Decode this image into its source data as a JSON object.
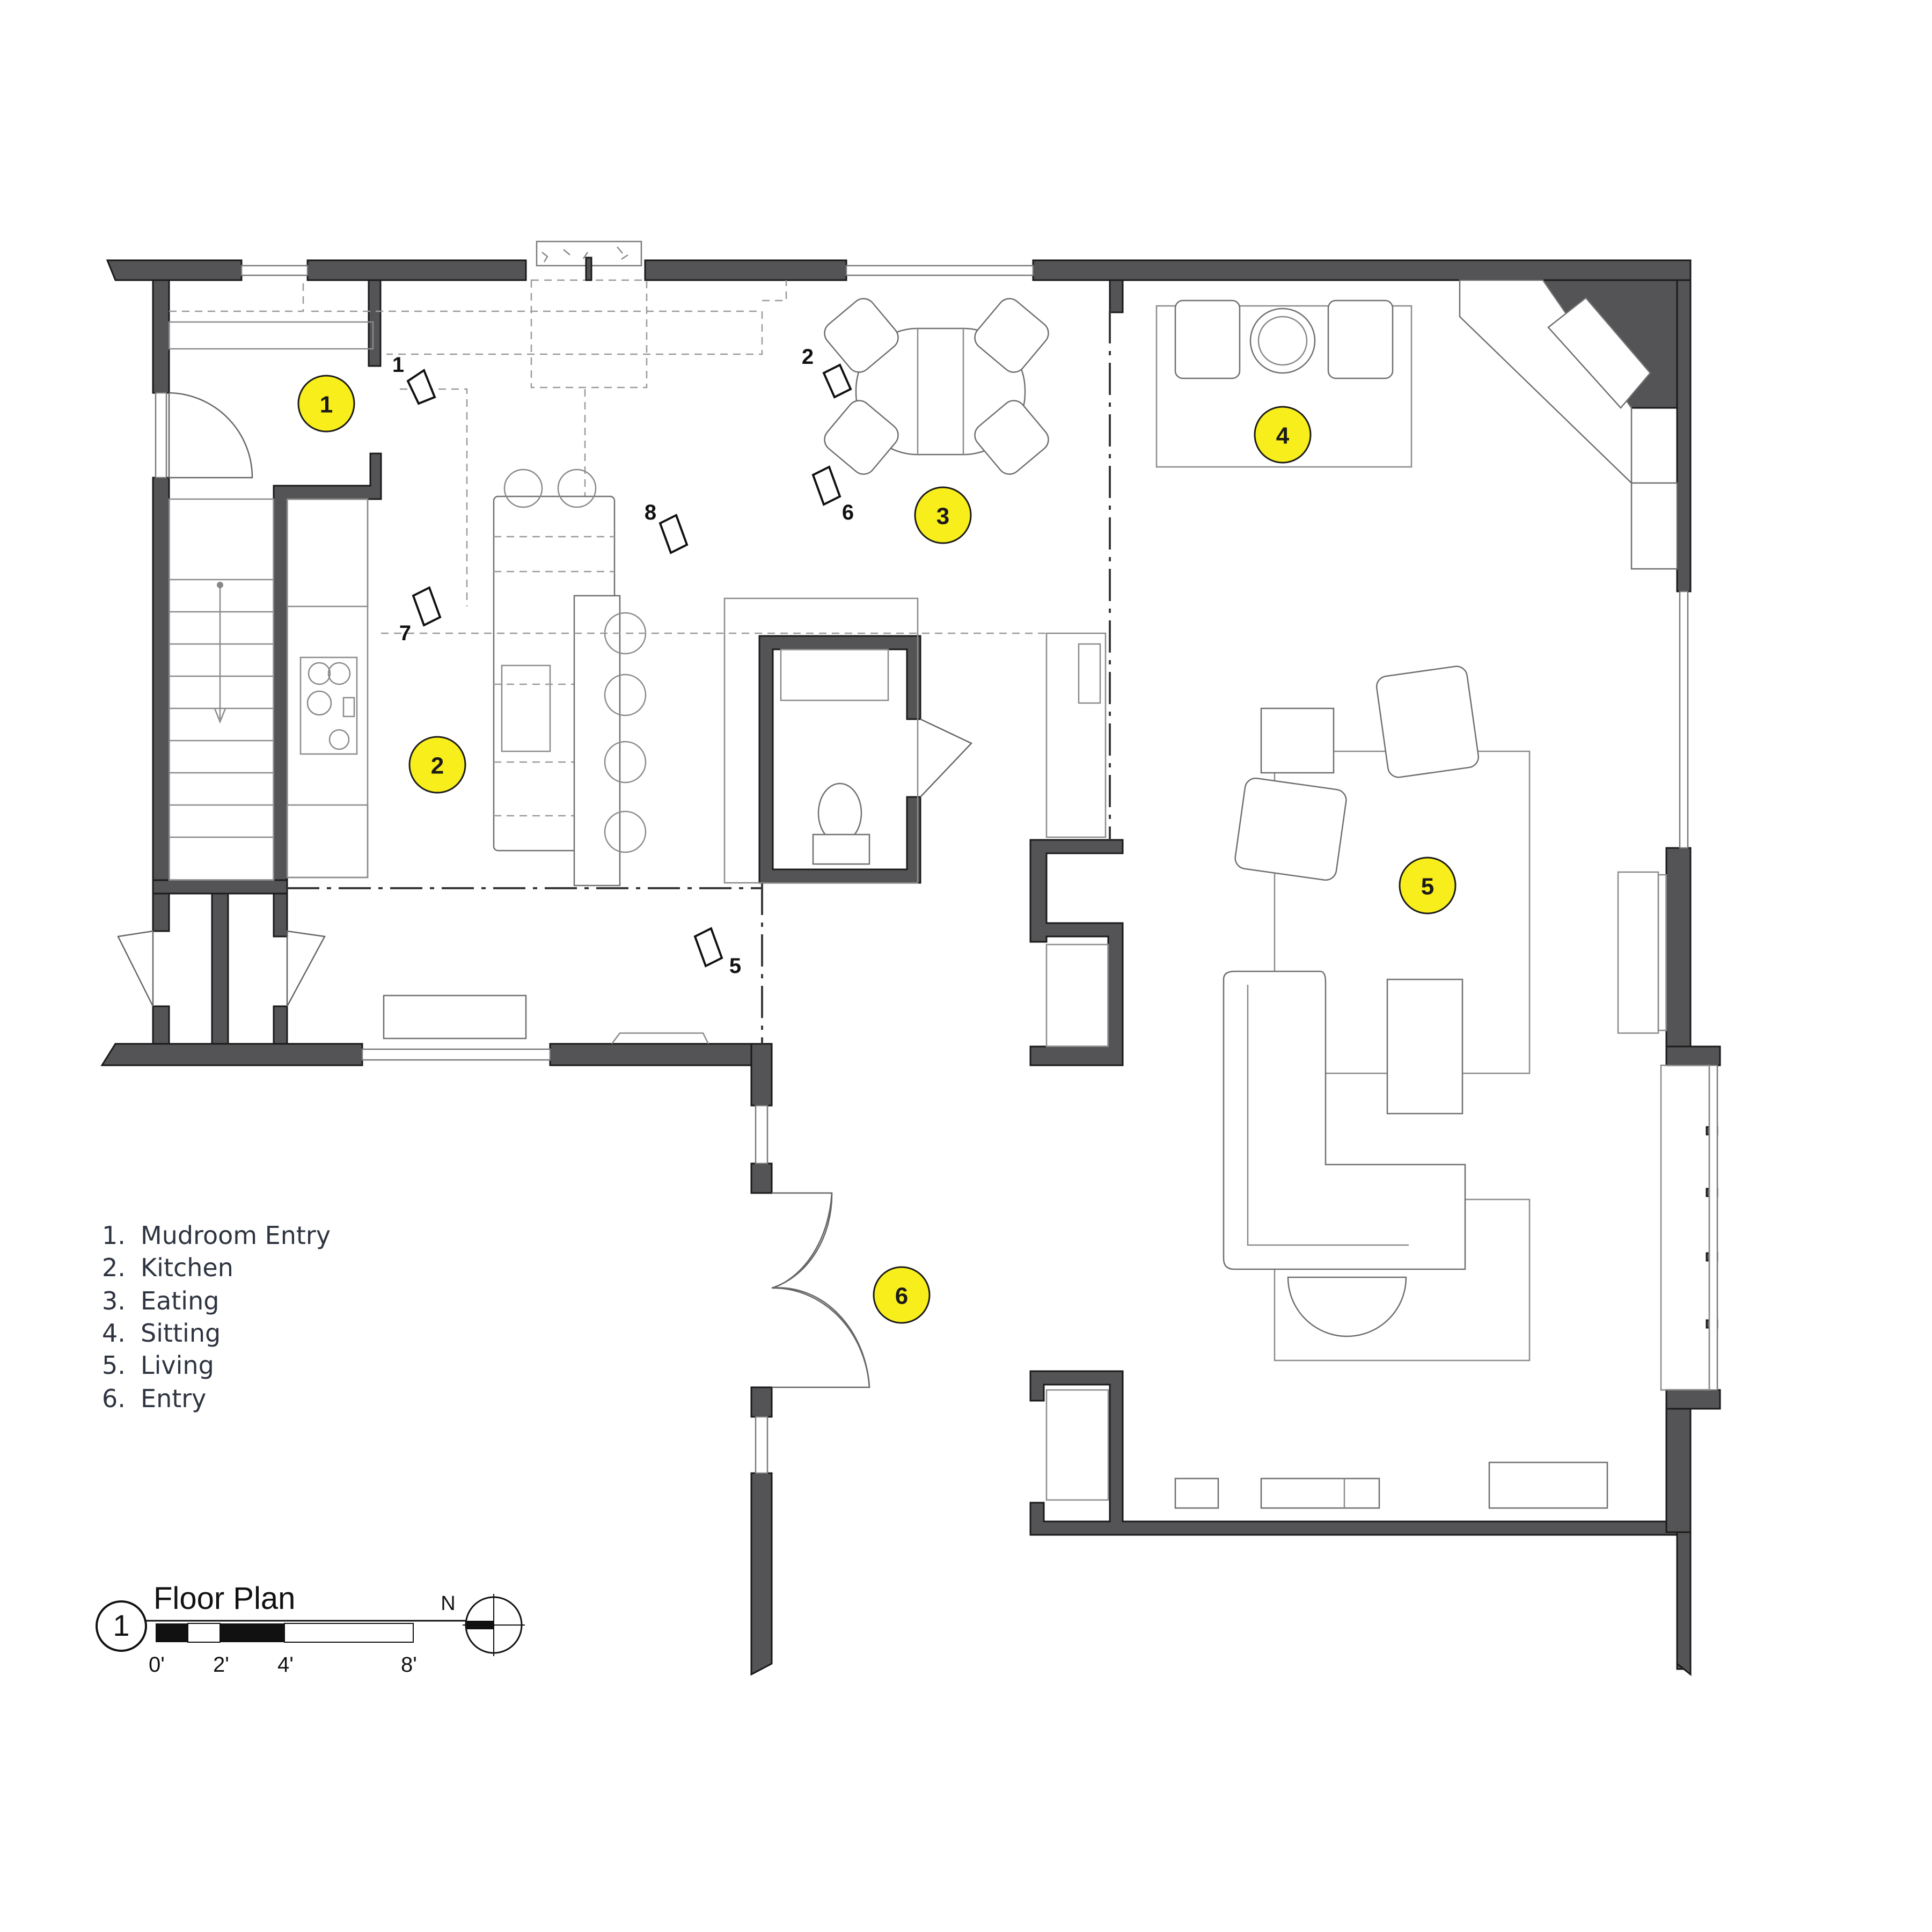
{
  "rooms": [
    {
      "num": "1"
    },
    {
      "num": "2"
    },
    {
      "num": "3"
    },
    {
      "num": "4"
    },
    {
      "num": "5"
    },
    {
      "num": "6"
    }
  ],
  "legend": [
    {
      "num": "1.",
      "name": "Mudroom Entry"
    },
    {
      "num": "2.",
      "name": "Kitchen"
    },
    {
      "num": "3.",
      "name": "Eating"
    },
    {
      "num": "4.",
      "name": "Sitting"
    },
    {
      "num": "5.",
      "name": "Living"
    },
    {
      "num": "6.",
      "name": "Entry"
    }
  ],
  "views": [
    "1",
    "2",
    "5",
    "6",
    "7",
    "8"
  ],
  "title": {
    "num": "1",
    "text": "Floor Plan"
  },
  "scale": [
    "0'",
    "2'",
    "4'",
    "8'"
  ],
  "north": "N",
  "colors": {
    "badge": "#f7ee1b",
    "wall": "#545456"
  }
}
